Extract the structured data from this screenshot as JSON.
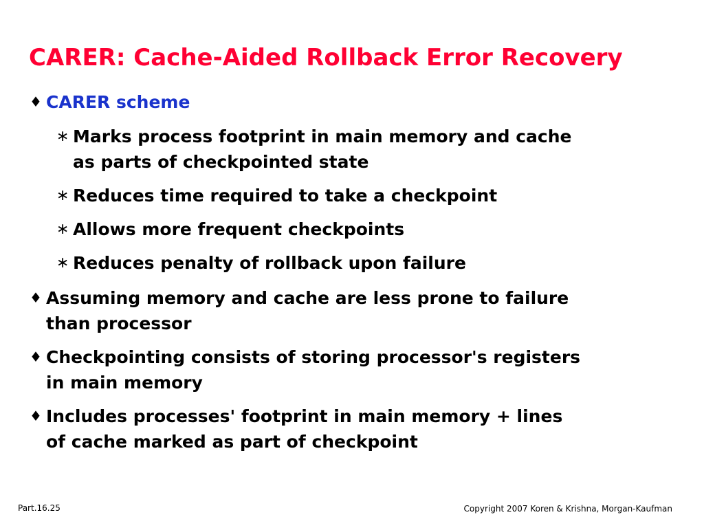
{
  "colors": {
    "title": "#ff0033",
    "highlight": "#1a33cc",
    "text": "#000000",
    "background": "#ffffff"
  },
  "slide": {
    "title": "CARER: Cache-Aided Rollback Error Recovery",
    "bullets": [
      {
        "marker": "♦",
        "lines": [
          "CARER scheme"
        ],
        "highlight": true,
        "subitems": [
          {
            "marker": "∗",
            "lines": [
              "Marks process footprint in main memory and cache",
              "as parts of checkpointed state"
            ]
          },
          {
            "marker": "∗",
            "lines": [
              "Reduces time required to take a checkpoint"
            ]
          },
          {
            "marker": "∗",
            "lines": [
              "Allows more frequent checkpoints"
            ]
          },
          {
            "marker": "∗",
            "lines": [
              "Reduces penalty of rollback upon failure"
            ]
          }
        ]
      },
      {
        "marker": "♦",
        "lines": [
          "Assuming memory and cache are less prone to failure",
          "than processor"
        ]
      },
      {
        "marker": "♦",
        "lines": [
          "Checkpointing consists of storing processor's registers",
          "in main memory"
        ]
      },
      {
        "marker": "♦",
        "lines": [
          "Includes processes' footprint in main memory +  lines",
          "of cache marked as part of checkpoint"
        ]
      }
    ]
  },
  "footer": {
    "page_label": "Part.16.25",
    "copyright": "Copyright 2007 Koren & Krishna, Morgan-Kaufman"
  }
}
